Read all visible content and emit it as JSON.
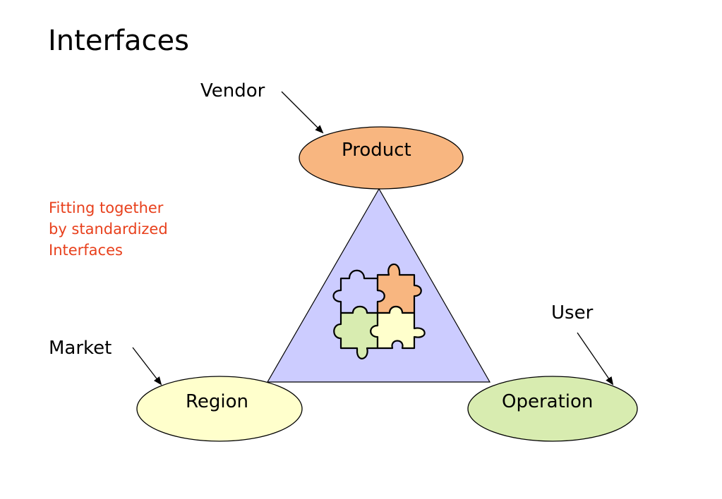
{
  "title": "Interfaces",
  "note": {
    "lines": [
      "Fitting together",
      "by standardized",
      "Interfaces"
    ],
    "color": "#e8401c"
  },
  "nodes": {
    "product": {
      "label": "Product",
      "fill": "#f8b680"
    },
    "region": {
      "label": "Region",
      "fill": "#ffffcc"
    },
    "operation": {
      "label": "Operation",
      "fill": "#d8ecb0"
    }
  },
  "pointers": {
    "vendor": "Vendor",
    "market": "Market",
    "user": "User"
  },
  "triangle_fill": "#ccccff",
  "puzzle": {
    "icon": "puzzle-pieces-icon",
    "colors": [
      "#ccccff",
      "#f8b680",
      "#d8ecb0",
      "#ffffcc"
    ]
  }
}
